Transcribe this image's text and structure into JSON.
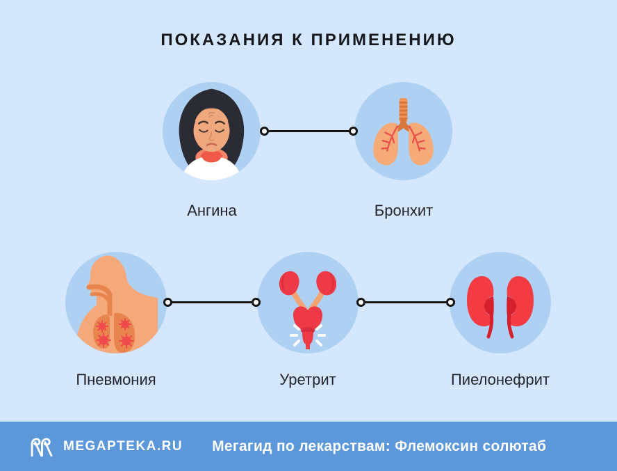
{
  "title": "ПОКАЗАНИЯ К ПРИМЕНЕНИЮ",
  "items": [
    {
      "label": "Ангина",
      "icon": "sore-throat-woman-icon"
    },
    {
      "label": "Бронхит",
      "icon": "lungs-icon"
    },
    {
      "label": "Пневмония",
      "icon": "pneumonia-body-icon"
    },
    {
      "label": "Уретрит",
      "icon": "urinary-system-icon"
    },
    {
      "label": "Пиелонефрит",
      "icon": "kidneys-icon"
    }
  ],
  "footer": {
    "brand": "MEGAPTEKA.RU",
    "tagline": "Мегагид по лекарствам: Флемоксин солютаб",
    "logo": "megapteka-m-icon"
  },
  "colors": {
    "background": "#d4e7fc",
    "circle_fill": "#aed1f3",
    "footer_bar": "#5b97d9",
    "text": "#17181c",
    "connector": "#141414",
    "accent_red": "#ee3a46",
    "accent_orange": "#f5a97a"
  }
}
